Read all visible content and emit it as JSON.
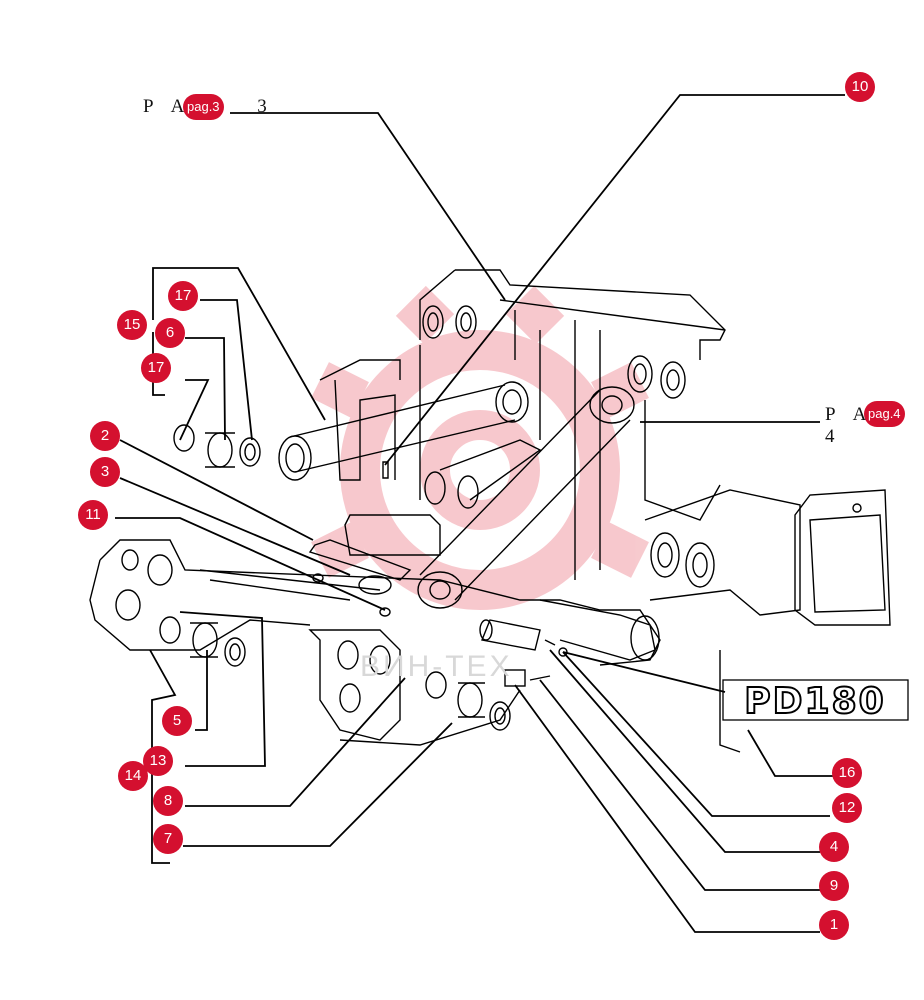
{
  "colors": {
    "callout": "#d4102f",
    "line": "#000000",
    "watermark": "#f3b7bc"
  },
  "page_refs": [
    {
      "text": "P A",
      "suffix": "3",
      "badge": "pag.3"
    },
    {
      "text": "P A",
      "suffix": "4",
      "badge": "pag.4"
    }
  ],
  "logo": {
    "text": "PD180"
  },
  "callouts": [
    "10",
    "17",
    "15",
    "6",
    "17",
    "2",
    "3",
    "11",
    "5",
    "13",
    "14",
    "8",
    "7",
    "16",
    "12",
    "4",
    "9",
    "1"
  ],
  "watermark": {
    "text": "ВИН-ТЕХ"
  }
}
